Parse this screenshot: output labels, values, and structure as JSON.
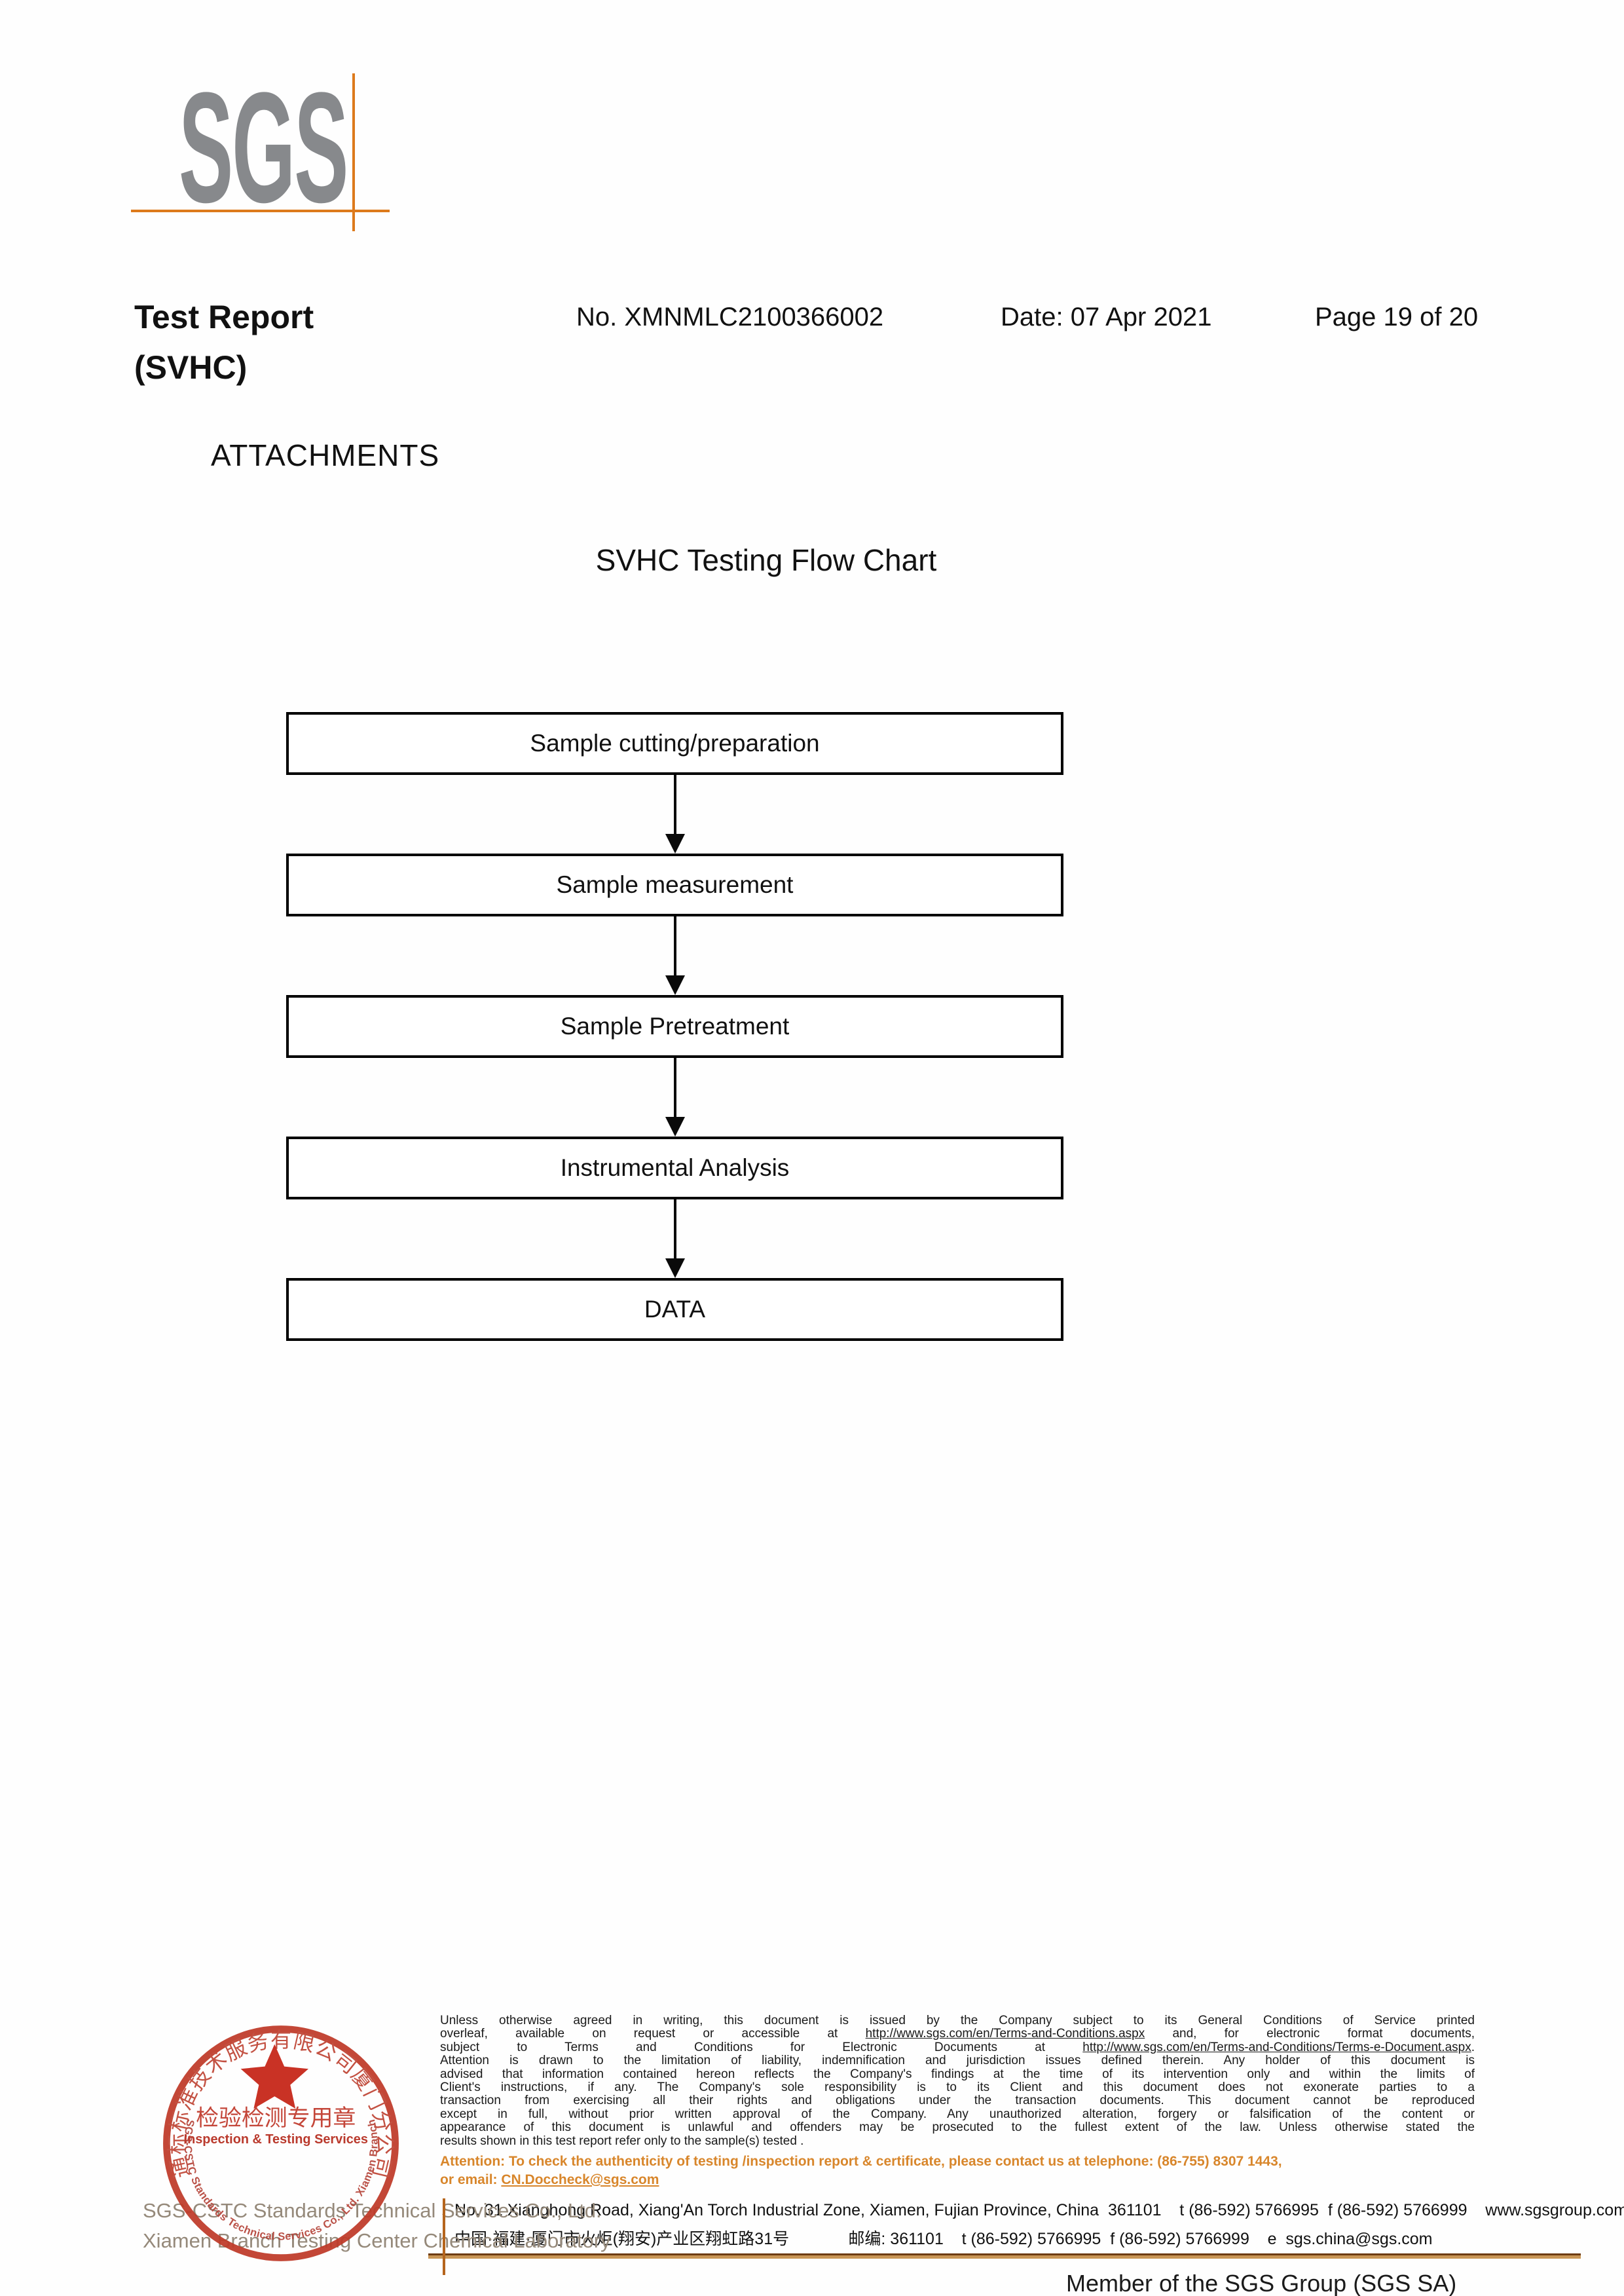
{
  "header": {
    "logo": "SGS",
    "title": "Test Report",
    "subtitle": "(SVHC)",
    "report_no": "No. XMNMLC2100366002",
    "date": "Date: 07 Apr 2021",
    "page": "Page 19 of 20"
  },
  "attachments": {
    "heading": "ATTACHMENTS"
  },
  "flowchart": {
    "title": "SVHC Testing Flow Chart",
    "steps": [
      "Sample cutting/preparation",
      "Sample measurement",
      "Sample Pretreatment",
      "Instrumental Analysis",
      "DATA"
    ]
  },
  "footer": {
    "stamp": {
      "arc_top": "通标标准技术服务有限公司厦门分公司",
      "arc_bottom": "SGS-CSTC Standards Technical Services Co., Ltd. Xiamen Branch",
      "line_cn": "检验检测专用章",
      "line_en": "Inspection & Testing Services"
    },
    "company_line1": "SGS-CSTC Standards Technical Services Co., Ltd.",
    "company_line2": "Xiamen Branch Testing Center Chemical Laboratory",
    "legal_lines": [
      "Unless otherwise agreed in writing, this document is issued by the Company subject to its General Conditions of Service printed",
      "overleaf, available on request or accessible at http://www.sgs.com/en/Terms-and-Conditions.aspx and, for electronic format documents,",
      "subject to Terms and Conditions for Electronic Documents at http://www.sgs.com/en/Terms-and-Conditions/Terms-e-Document.aspx.",
      "Attention is drawn to the limitation of liability, indemnification and jurisdiction issues defined therein. Any holder of this document is",
      "advised that information contained hereon reflects the Company's findings at the time of its intervention only and within the limits of",
      "Client's instructions, if any. The Company's sole responsibility is to its Client and this document does not exonerate parties to a",
      "transaction from exercising all their rights and obligations under the transaction documents. This document cannot be reproduced",
      "except in full, without prior written approval of the Company. Any unauthorized alteration, forgery or falsification of the content or",
      "appearance of this document is unlawful and offenders may be prosecuted to the fullest extent of the law. Unless otherwise stated the",
      "results shown in this test report refer only to the sample(s) tested ."
    ],
    "attention_line1": "Attention: To check the authenticity of testing /inspection report & certificate, please contact us at telephone: (86-755) 8307 1443,",
    "attention_line2": "or email: CN.Doccheck@sgs.com",
    "address_en": "No. 31 Xianghong Road, Xiang'An Torch Industrial Zone, Xiamen, Fujian Province, China  361101    t (86-592) 5766995  f (86-592) 5766999    www.sgsgroup.com.cn",
    "address_cn": "中国·福建·厦门市火炬(翔安)产业区翔虹路31号             邮编: 361101    t (86-592) 5766995  f (86-592) 5766999    e  sgs.china@sgs.com",
    "member": "Member of the SGS Group (SGS SA)"
  },
  "colors": {
    "accent_orange": "#dd7a1c",
    "stamp_red": "#c0392b",
    "attention_orange": "#d8862b",
    "rule_tan": "#c89555",
    "logo_gray": "#87898c"
  }
}
